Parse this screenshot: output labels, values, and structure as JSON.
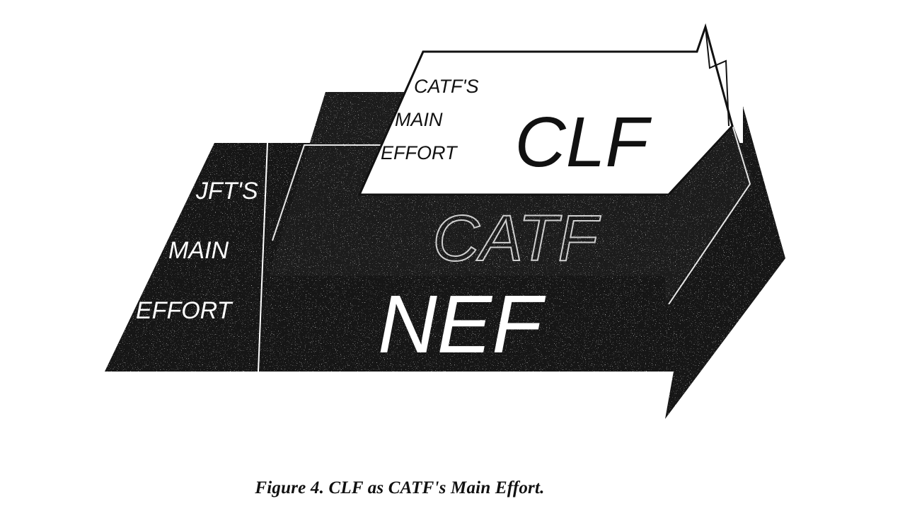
{
  "diagram": {
    "layers": {
      "nef": {
        "label": "NEF"
      },
      "catf": {
        "label": "CATF"
      },
      "clf": {
        "label": "CLF"
      }
    },
    "jft_label": [
      "JFT'S",
      "MAIN",
      "EFFORT"
    ],
    "catf_side_label": [
      "CATF'S",
      "MAIN",
      "EFFORT"
    ],
    "colors": {
      "dark": "#151515",
      "light": "#ffffff",
      "speckle": "#d8d8d8"
    }
  },
  "caption": "Figure 4. CLF as CATF's Main Effort."
}
